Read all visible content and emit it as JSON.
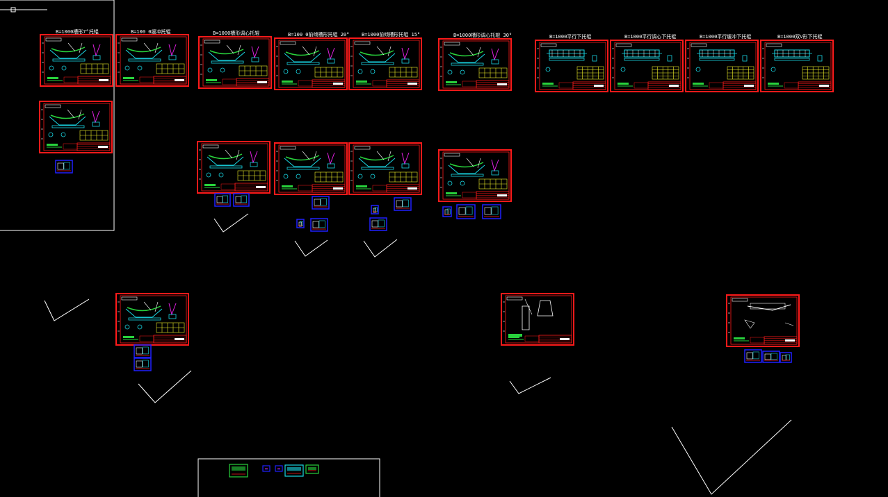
{
  "app": {
    "name": "CAD model space viewer"
  },
  "colors": {
    "background": "#000000",
    "frame": "#ff1a1a",
    "geometry_cyan": "#19d9e6",
    "geometry_magenta": "#e020e0",
    "geometry_green": "#28d23c",
    "geometry_yellow": "#f0f028",
    "geometry_white": "#ffffff",
    "viewport_blue": "#2020ff"
  },
  "sheet_titles": [
    "B=1000槽形7°托辊",
    "B=100 0缓冲托辊",
    "B=1000槽形调心托辊",
    "B=100 0前倾槽形托辊 20°",
    "B=1000前倾槽形托辊 15°",
    "B=1000槽形调心托辊 30°",
    "B=1000平行下托辊",
    "B=1000平行调心下托辊",
    "B=1000平行缓冲下托辊",
    "B=1000双V形下托辊"
  ],
  "icons": {
    "ucs": "ucs-crosshair-icon"
  }
}
